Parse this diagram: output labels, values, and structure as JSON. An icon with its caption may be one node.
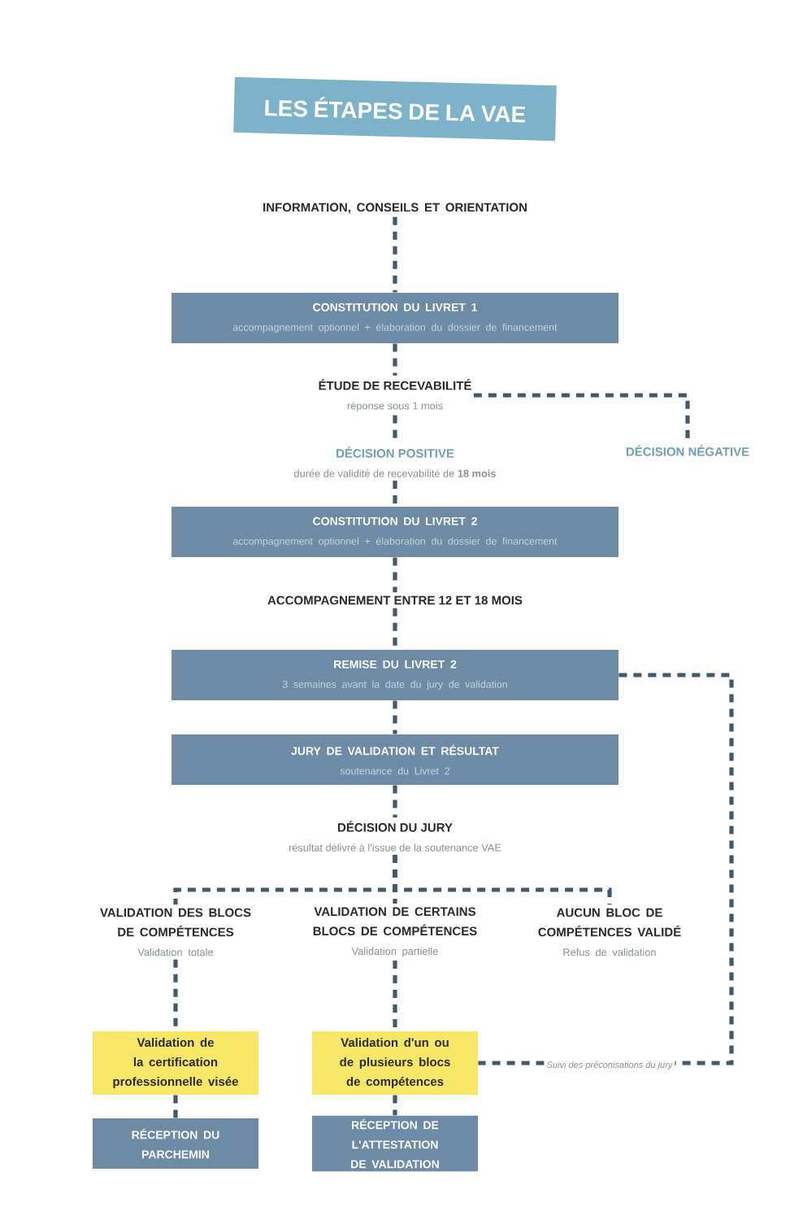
{
  "diagram": {
    "nodes": [
      {
        "text": [
          "LES ÉTAPES DE LA VAE"
        ]
      },
      {
        "text": [
          "INFORMATION, CONSEILS ET ORIENTATION"
        ]
      },
      {
        "text": [
          "CONSTITUTION DU LIVRET 1",
          "accompagnement optionnel + élaboration du dossier de financement"
        ]
      },
      {
        "text": [
          "ÉTUDE DE RECEVABILITÉ",
          "réponse sous 1 mois"
        ]
      },
      {
        "text": [
          "DÉCISION NÉGATIVE"
        ]
      },
      {
        "text": [
          "DÉCISION POSITIVE",
          "durée de validité de recevabilité de **18 mois**"
        ]
      },
      {
        "text": [
          "CONSTITUTION DU LIVRET 2",
          "accompagnement optionnel + élaboration du dossier de financement"
        ]
      },
      {
        "text": [
          "ACCOMPAGNEMENT ENTRE 12 ET 18 MOIS"
        ]
      },
      {
        "text": [
          "REMISE DU LIVRET 2",
          "3 semaines avant la date du jury de validation"
        ]
      },
      {
        "text": [
          "JURY DE VALIDATION ET RÉSULTAT",
          "soutenance du Livret 2"
        ]
      },
      {
        "text": [
          "DÉCISION DU JURY",
          "résultat délivré à l'issue de la soutenance VAE"
        ]
      },
      {
        "text": [
          "VALIDATION DES BLOCS DE COMPÉTENCES",
          "Validation totale"
        ]
      },
      {
        "text": [
          "VALIDATION DE CERTAINS BLOCS DE COMPÉTENCES",
          "Validation partielle"
        ]
      },
      {
        "text": [
          "AUCUN BLOC DE COMPÉTENCES VALIDÉ",
          "Refus de validation"
        ]
      },
      {
        "text": [
          "Validation de la certification professionnelle visée"
        ]
      },
      {
        "text": [
          "Validation d'un ou de plusieurs blocs de compétences"
        ]
      },
      {
        "text": [
          "RÉCEPTION DU PARCHEMIN"
        ]
      },
      {
        "text": [
          "RÉCEPTION DE L'ATTESTATION DE VALIDATION"
        ]
      }
    ],
    "edges": [
      {
        "from": 1,
        "to": 2,
        "arrow": "none",
        "style": "dashed"
      },
      {
        "from": 2,
        "to": 3,
        "arrow": "none",
        "style": "dashed"
      },
      {
        "from": 3,
        "to": 4,
        "arrow": "none",
        "style": "dashed"
      },
      {
        "from": 3,
        "to": 5,
        "arrow": "none",
        "style": "dashed"
      },
      {
        "from": 5,
        "to": 6,
        "arrow": "none",
        "style": "dashed"
      },
      {
        "from": 6,
        "to": 7,
        "arrow": "none",
        "style": "dashed"
      },
      {
        "from": 7,
        "to": 8,
        "arrow": "none",
        "style": "dashed"
      },
      {
        "from": 8,
        "to": 9,
        "arrow": "none",
        "style": "dashed"
      },
      {
        "from": 9,
        "to": 10,
        "arrow": "none",
        "style": "dashed"
      },
      {
        "from": 10,
        "to": 11,
        "arrow": "none",
        "style": "dashed"
      },
      {
        "from": 10,
        "to": 12,
        "arrow": "none",
        "style": "dashed"
      },
      {
        "from": 10,
        "to": 13,
        "arrow": "none",
        "style": "dashed"
      },
      {
        "from": 11,
        "to": 14,
        "arrow": "none",
        "style": "dashed"
      },
      {
        "from": 12,
        "to": 15,
        "arrow": "none",
        "style": "dashed"
      },
      {
        "from": 14,
        "to": 16,
        "arrow": "none",
        "style": "dashed"
      },
      {
        "from": 15,
        "to": 17,
        "arrow": "none",
        "style": "dashed"
      },
      {
        "from": 8,
        "to": 15,
        "label": "Suivi des préconisations du jury",
        "arrow": "none",
        "style": "dashed"
      }
    ]
  }
}
